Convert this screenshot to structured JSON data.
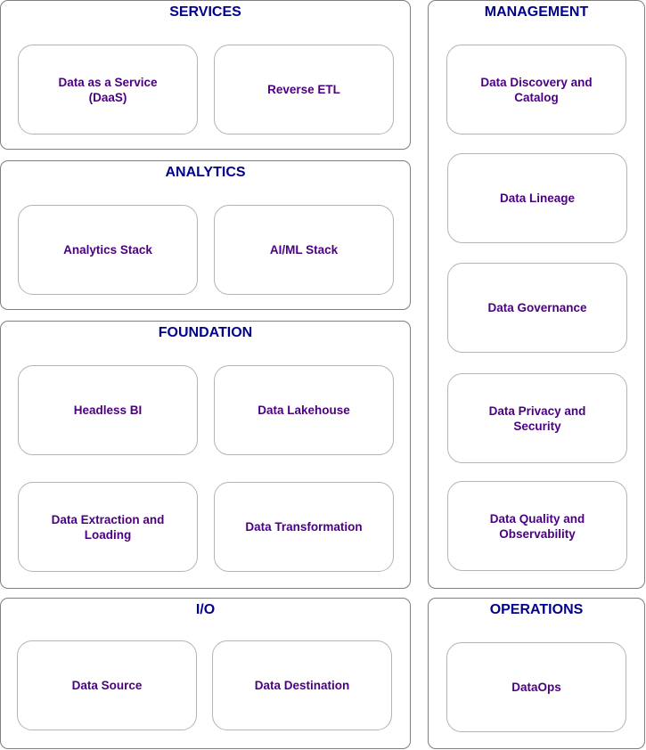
{
  "colors": {
    "group_title": "#00008b",
    "card_text": "#4b0082",
    "group_border": "#7f7f7f",
    "card_border": "#b3b3b3"
  },
  "groups": {
    "services": {
      "title": "SERVICES",
      "cards": [
        "Data as a Service (DaaS)",
        "Reverse ETL"
      ]
    },
    "analytics": {
      "title": "ANALYTICS",
      "cards": [
        "Analytics Stack",
        "AI/ML Stack"
      ]
    },
    "foundation": {
      "title": "FOUNDATION",
      "cards": [
        "Headless BI",
        "Data Lakehouse",
        "Data Extraction and Loading",
        "Data Transformation"
      ]
    },
    "io": {
      "title": "I/O",
      "cards": [
        "Data Source",
        "Data Destination"
      ]
    },
    "management": {
      "title": "MANAGEMENT",
      "cards": [
        "Data Discovery and Catalog",
        "Data Lineage",
        "Data Governance",
        "Data Privacy and Security",
        "Data Quality and Observability"
      ]
    },
    "operations": {
      "title": "OPERATIONS",
      "cards": [
        "DataOps"
      ]
    }
  }
}
